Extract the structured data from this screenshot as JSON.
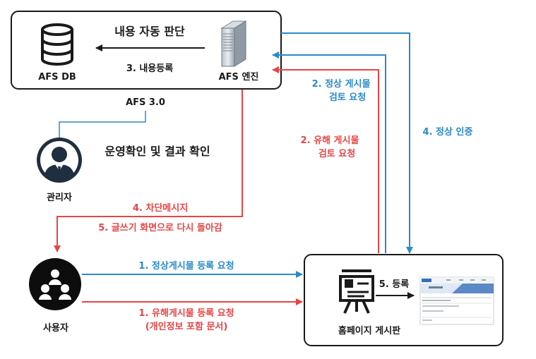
{
  "afs_box": {
    "db_label": "AFS DB",
    "engine_label": "AFS 엔진",
    "judge_label": "내용 자동 판단",
    "register_label": "3. 내용등록"
  },
  "version_label": "AFS 3.0",
  "admin": {
    "label": "관리자",
    "action_label": "운영확인 및 결과 확인"
  },
  "user": {
    "label": "사용자"
  },
  "homepage": {
    "label": "홈페이지 게시판",
    "register_label": "5. 등록"
  },
  "flows": {
    "normal_review_1": "2. 정상 게시물",
    "normal_review_2": "검토 요청",
    "harmful_review_1": "2. 유해 게시물",
    "harmful_review_2": "검토 요청",
    "normal_auth": "4. 정상 인증",
    "block_msg": "4. 차단메시지",
    "return_write": "5. 글쓰기 화면으로 다시 돌아감",
    "normal_post": "1. 정상게시물 등록 요청",
    "harmful_post_1": "1. 유해게시물 등록 요청",
    "harmful_post_2": "(개인정보 포함 문서)"
  },
  "colors": {
    "blue": "#2a8ac9",
    "red": "#e64545",
    "dark": "#1a1a1a"
  }
}
